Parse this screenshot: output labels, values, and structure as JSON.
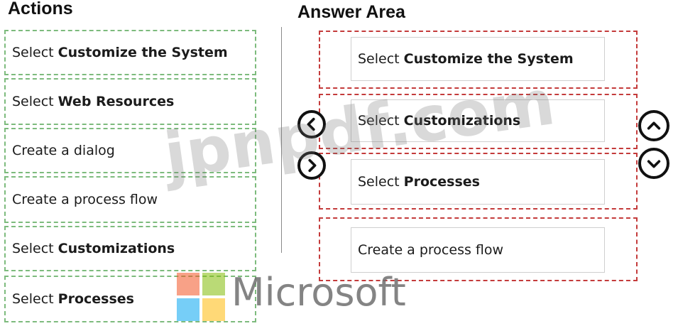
{
  "actions": {
    "title": "Actions",
    "items": [
      {
        "prefix": "Select ",
        "bold": "Customize the System"
      },
      {
        "prefix": "Select ",
        "bold": "Web Resources"
      },
      {
        "prefix": "Create a dialog",
        "bold": ""
      },
      {
        "prefix": "Create a process flow",
        "bold": ""
      },
      {
        "prefix": "Select ",
        "bold": "Customizations"
      },
      {
        "prefix": "Select ",
        "bold": "Processes"
      }
    ]
  },
  "answer": {
    "title": "Answer Area",
    "items": [
      {
        "prefix": "Select ",
        "bold": "Customize the System"
      },
      {
        "prefix": "Select ",
        "bold": "Customizations"
      },
      {
        "prefix": "Select ",
        "bold": "Processes"
      },
      {
        "prefix": "Create a process flow",
        "bold": ""
      }
    ]
  },
  "watermark": {
    "text": "jpnpdf.com"
  },
  "brand": {
    "name": "Microsoft",
    "colors": [
      "#f35325",
      "#81bc06",
      "#05a6f0",
      "#ffba08"
    ]
  },
  "icons": {
    "move_left": "chevron-left-icon",
    "move_right": "chevron-right-icon",
    "move_up": "chevron-up-icon",
    "move_down": "chevron-down-icon"
  }
}
